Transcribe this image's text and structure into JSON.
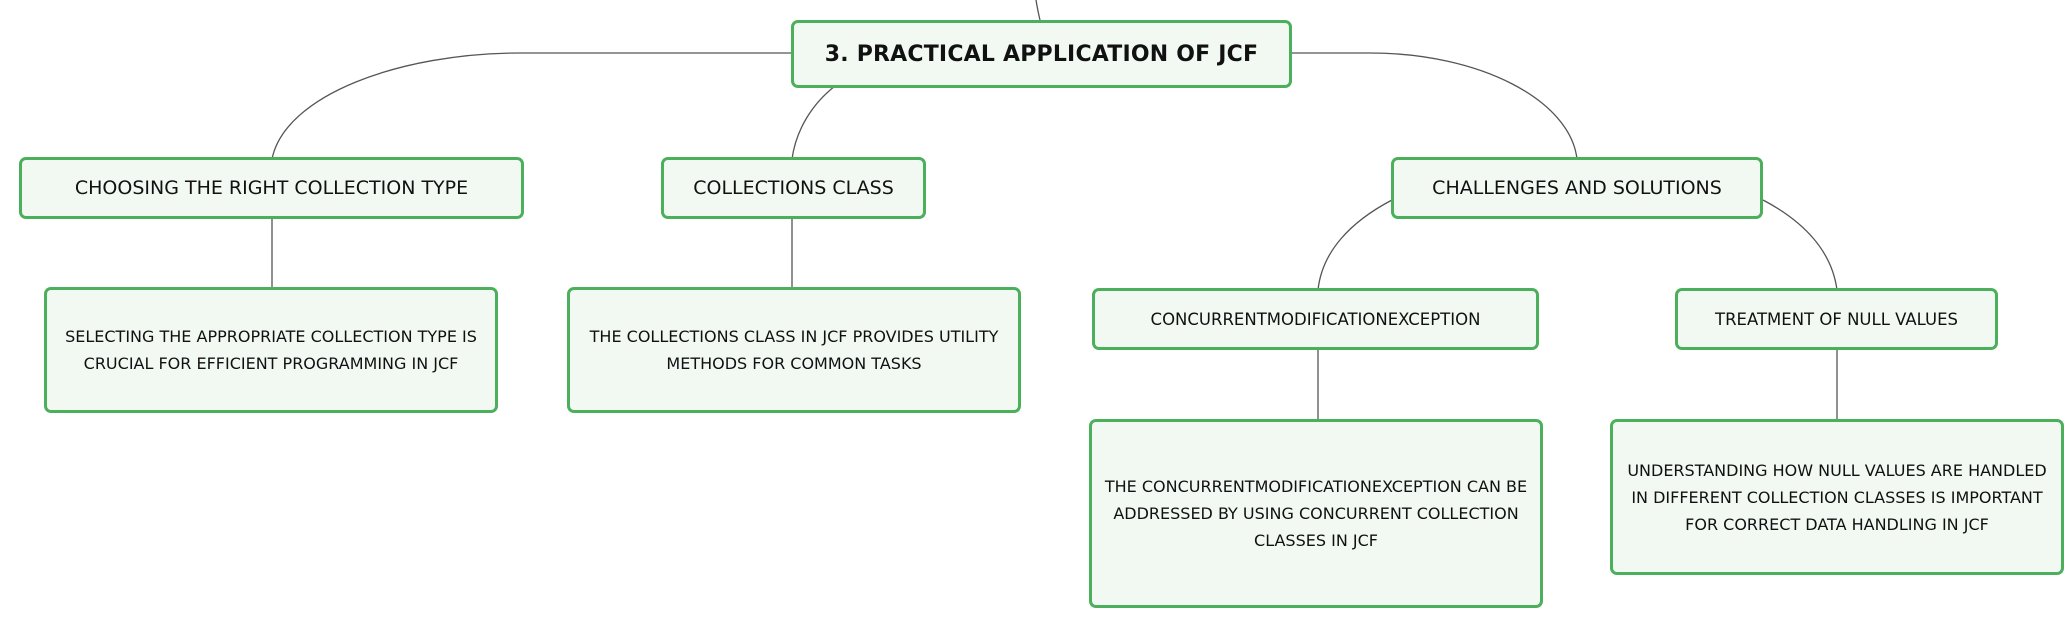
{
  "root": {
    "label": "3. PRACTICAL APPLICATION OF JCF"
  },
  "branches": [
    {
      "label": "CHOOSING THE RIGHT COLLECTION TYPE",
      "detail": "SELECTING THE APPROPRIATE COLLECTION TYPE IS CRUCIAL FOR EFFICIENT PROGRAMMING IN JCF"
    },
    {
      "label": "COLLECTIONS CLASS",
      "detail": "THE COLLECTIONS CLASS IN JCF PROVIDES UTILITY METHODS FOR COMMON TASKS"
    },
    {
      "label": "CHALLENGES AND SOLUTIONS",
      "children": [
        {
          "label": "CONCURRENTMODIFICATIONEXCEPTION",
          "detail": "THE CONCURRENTMODIFICATIONEXCEPTION CAN BE ADDRESSED BY USING CONCURRENT COLLECTION CLASSES IN JCF"
        },
        {
          "label": "TREATMENT OF NULL VALUES",
          "detail": "UNDERSTANDING HOW NULL VALUES ARE HANDLED IN DIFFERENT COLLECTION CLASSES IS IMPORTANT FOR CORRECT DATA HANDLING IN JCF"
        }
      ]
    }
  ],
  "colors": {
    "node_border": "#4caf5c",
    "node_fill": "#f2f9f3",
    "connector": "#555555"
  }
}
